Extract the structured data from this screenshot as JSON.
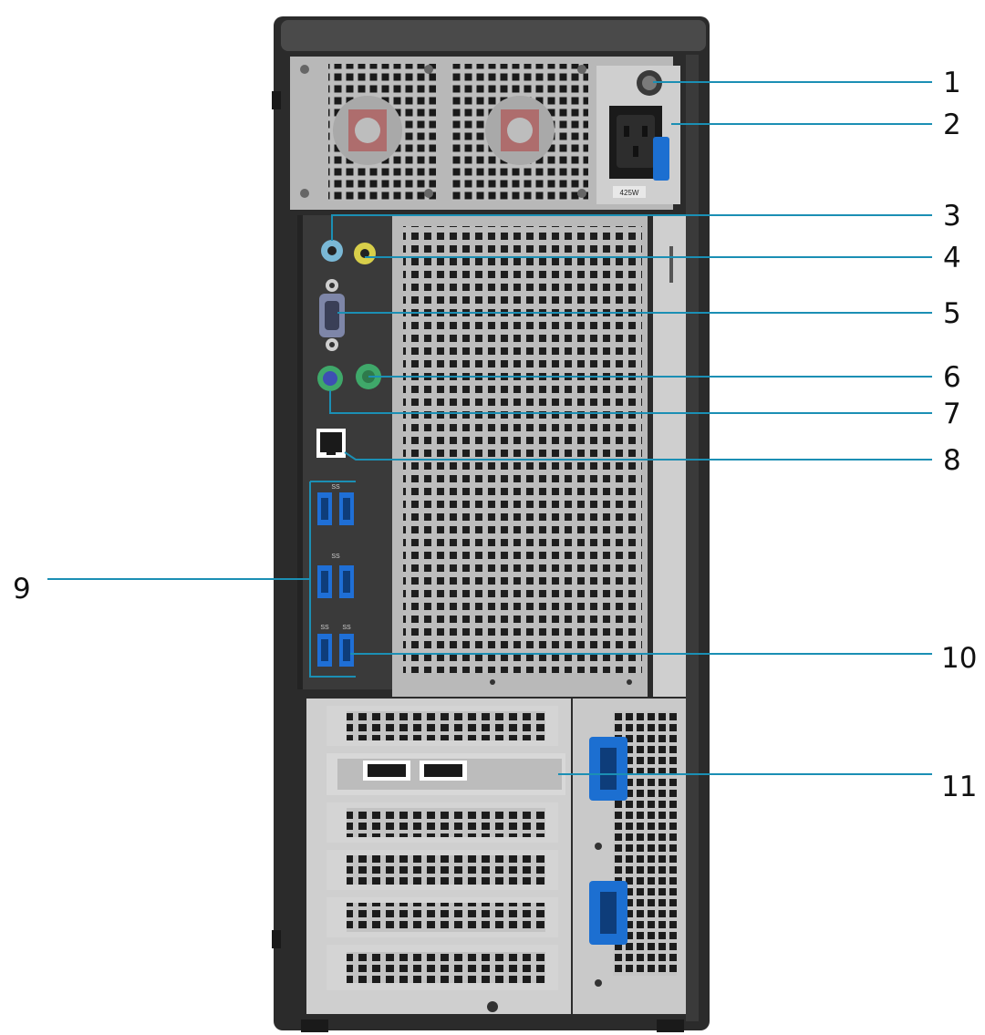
{
  "colors": {
    "leader_line": "#1b8fb4",
    "chassis_dark": "#2b2b2b",
    "panel_gray": "#c9c9c9",
    "io_panel": "#3a3a3a",
    "usb_blue": "#1f6fd6",
    "latch_blue": "#1c6fd1",
    "audio_line_in": "#7ab8d6",
    "audio_line_out": "#d8cf4a",
    "serial_port": "#7e86a8",
    "ps2_mouse": "#3fa86a",
    "ps2_keyboard": "#3d4fb3"
  },
  "callouts": [
    {
      "id": "1",
      "label": "1"
    },
    {
      "id": "2",
      "label": "2"
    },
    {
      "id": "3",
      "label": "3"
    },
    {
      "id": "4",
      "label": "4"
    },
    {
      "id": "5",
      "label": "5"
    },
    {
      "id": "6",
      "label": "6"
    },
    {
      "id": "7",
      "label": "7"
    },
    {
      "id": "8",
      "label": "8"
    },
    {
      "id": "9",
      "label": "9"
    },
    {
      "id": "10",
      "label": "10"
    },
    {
      "id": "11",
      "label": "11"
    }
  ],
  "icons": {
    "power_button": "power-button-icon",
    "power_connector": "power-connector-icon",
    "audio_line_in": "line-in-port-icon",
    "audio_line_out": "line-out-port-icon",
    "serial": "serial-port-icon",
    "ps2_mouse": "ps2-mouse-port-icon",
    "ps2_keyboard": "ps2-keyboard-port-icon",
    "network": "network-port-icon",
    "usb": "usb-port-icon",
    "displayport": "displayport-icon",
    "latch": "expansion-latch-icon"
  },
  "psu": {
    "rating_label": "425W"
  },
  "usb_labels": {
    "group_top": "SS",
    "group_mid": "SS",
    "group_bot_left": "SS",
    "group_bot_right": "SS"
  }
}
